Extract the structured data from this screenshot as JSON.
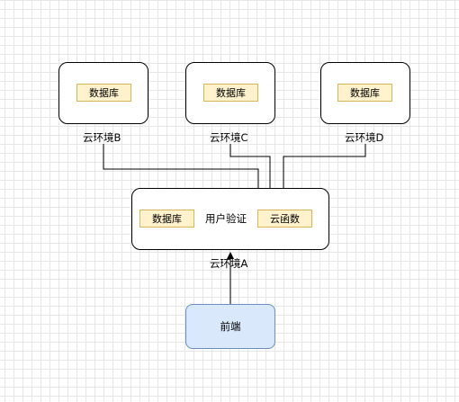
{
  "environments": {
    "B": {
      "db": "数据库",
      "label": "云环境B"
    },
    "C": {
      "db": "数据库",
      "label": "云环境C"
    },
    "D": {
      "db": "数据库",
      "label": "云环境D"
    },
    "A": {
      "db": "数据库",
      "function": "云函数",
      "label": "云环境A"
    }
  },
  "edges": {
    "auth_label": "用户验证"
  },
  "frontend": {
    "label": "前端"
  }
}
